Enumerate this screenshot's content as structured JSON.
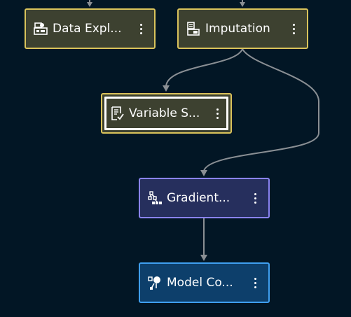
{
  "nodes": {
    "data_exploration": {
      "label": "Data Expl...",
      "icon": "data-exploration-icon",
      "color": "#d9c35b"
    },
    "imputation": {
      "label": "Imputation",
      "icon": "imputation-icon",
      "color": "#d9c35b"
    },
    "variable_selection": {
      "label": "Variable S...",
      "icon": "variable-selection-icon",
      "color": "#d9c35b",
      "selected": true
    },
    "gradient_boosting": {
      "label": "Gradient...",
      "icon": "gradient-boosting-icon",
      "color": "#8a83f1"
    },
    "model_comparison": {
      "label": "Model Co...",
      "icon": "model-comparison-icon",
      "color": "#3f9ff0"
    }
  },
  "colors": {
    "background": "#021625",
    "connector": "#8a8f94"
  }
}
